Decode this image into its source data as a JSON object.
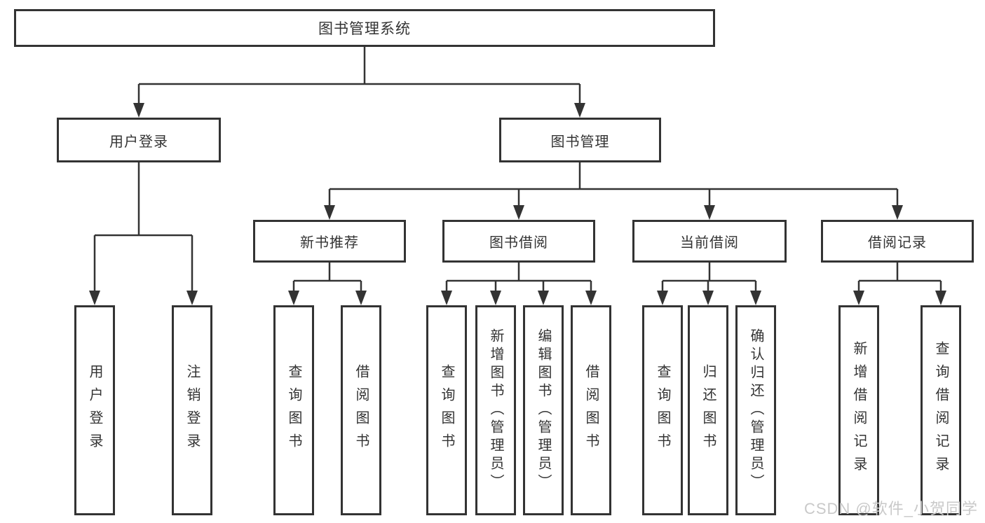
{
  "colors": {
    "line": "#333333",
    "text": "#333333",
    "box_border": "#333333",
    "background": "#ffffff",
    "watermark": "#c9c9c9"
  },
  "diagram": {
    "root": {
      "label": "图书管理系统"
    },
    "branches": {
      "user": {
        "label": "用户登录",
        "children": [
          {
            "label": "用户登录"
          },
          {
            "label": "注销登录"
          }
        ]
      },
      "mgmt": {
        "label": "图书管理",
        "groups": [
          {
            "label": "新书推荐",
            "children": [
              {
                "label": "查询图书"
              },
              {
                "label": "借阅图书"
              }
            ]
          },
          {
            "label": "图书借阅",
            "children": [
              {
                "label": "查询图书"
              },
              {
                "label": "新增图书（管理员）"
              },
              {
                "label": "编辑图书（管理员）"
              },
              {
                "label": "借阅图书"
              }
            ]
          },
          {
            "label": "当前借阅",
            "children": [
              {
                "label": "查询图书"
              },
              {
                "label": "归还图书"
              },
              {
                "label": "确认归还（管理员）"
              }
            ]
          },
          {
            "label": "借阅记录",
            "children": [
              {
                "label": "新增借阅记录"
              },
              {
                "label": "查询借阅记录"
              }
            ]
          }
        ]
      }
    }
  },
  "watermark": {
    "text": "CSDN @软件_小贺同学"
  }
}
